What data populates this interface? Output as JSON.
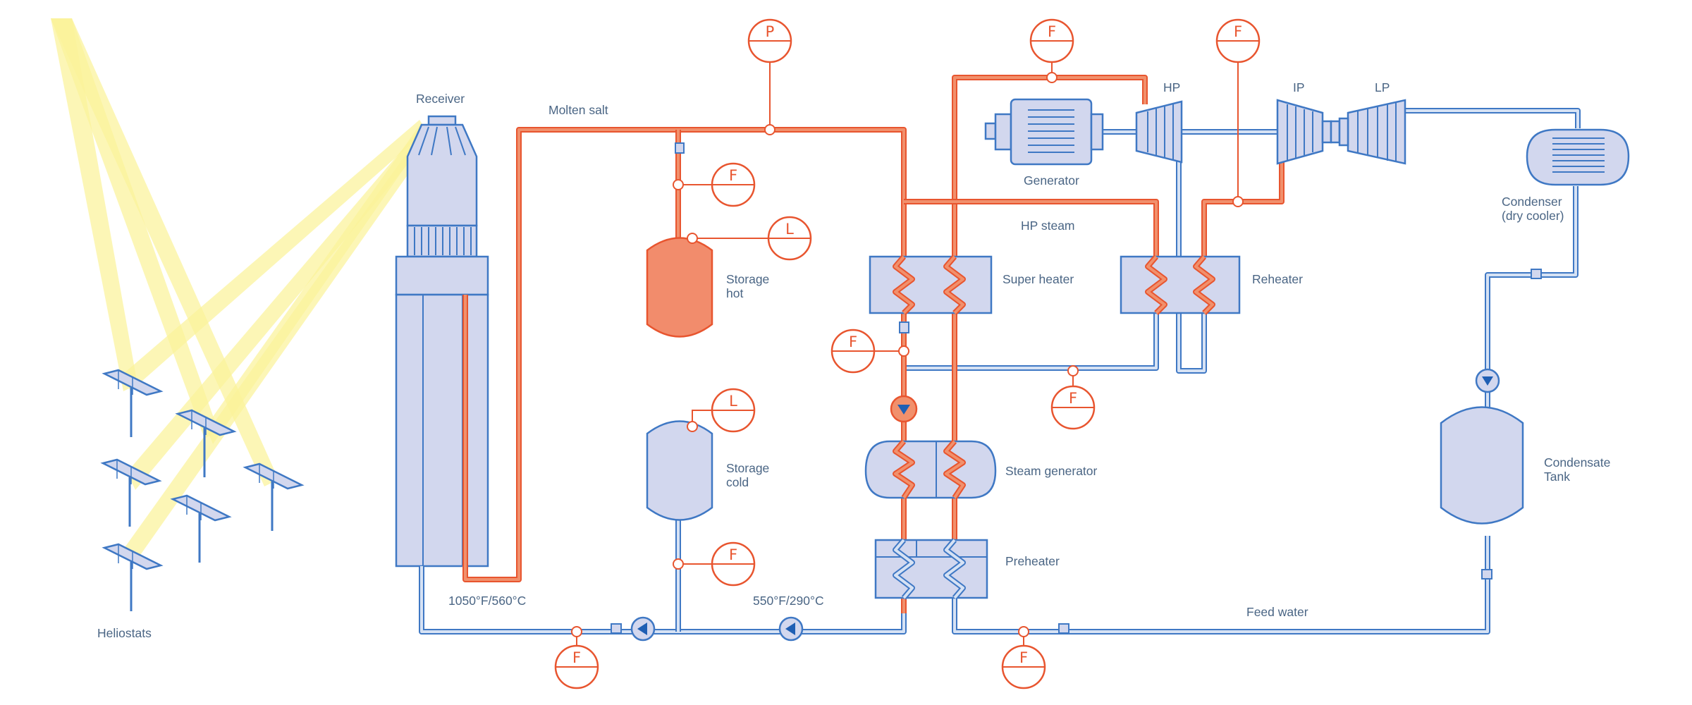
{
  "labels": {
    "receiver": "Receiver",
    "molten_salt": "Molten salt",
    "storage_hot": [
      "Storage",
      "hot"
    ],
    "storage_cold": [
      "Storage",
      "cold"
    ],
    "heliostats": "Heliostats",
    "temp_hot": "1050°F/560°C",
    "temp_cold": "550°F/290°C",
    "generator": "Generator",
    "hp_steam": "HP steam",
    "super_heater": "Super heater",
    "reheater": "Reheater",
    "steam_generator": "Steam generator",
    "preheater": "Preheater",
    "feed_water": "Feed water",
    "condenser": [
      "Condenser",
      "(dry cooler)"
    ],
    "condensate_tank": [
      "Condensate",
      "Tank"
    ],
    "turbine_hp": "HP",
    "turbine_ip": "IP",
    "turbine_lp": "LP"
  },
  "instruments": {
    "pressure": "P",
    "flow": "F",
    "level": "L"
  },
  "colors": {
    "molten_salt_pipe": "#e8552f",
    "water_steam_pipe": "#3f78c4",
    "equipment_fill": "#d2d7ee",
    "hot_storage_fill": "#f28c6c",
    "sunlight_beam": "#fbf39a",
    "label_text": "#4a6584"
  },
  "icons": {
    "pump": "triangle-in-circle-pump-icon",
    "instrument": "circle-tag-instrument-icon",
    "valve": "square-valve-icon",
    "heliostat": "tilted-mirror-panel-icon"
  }
}
